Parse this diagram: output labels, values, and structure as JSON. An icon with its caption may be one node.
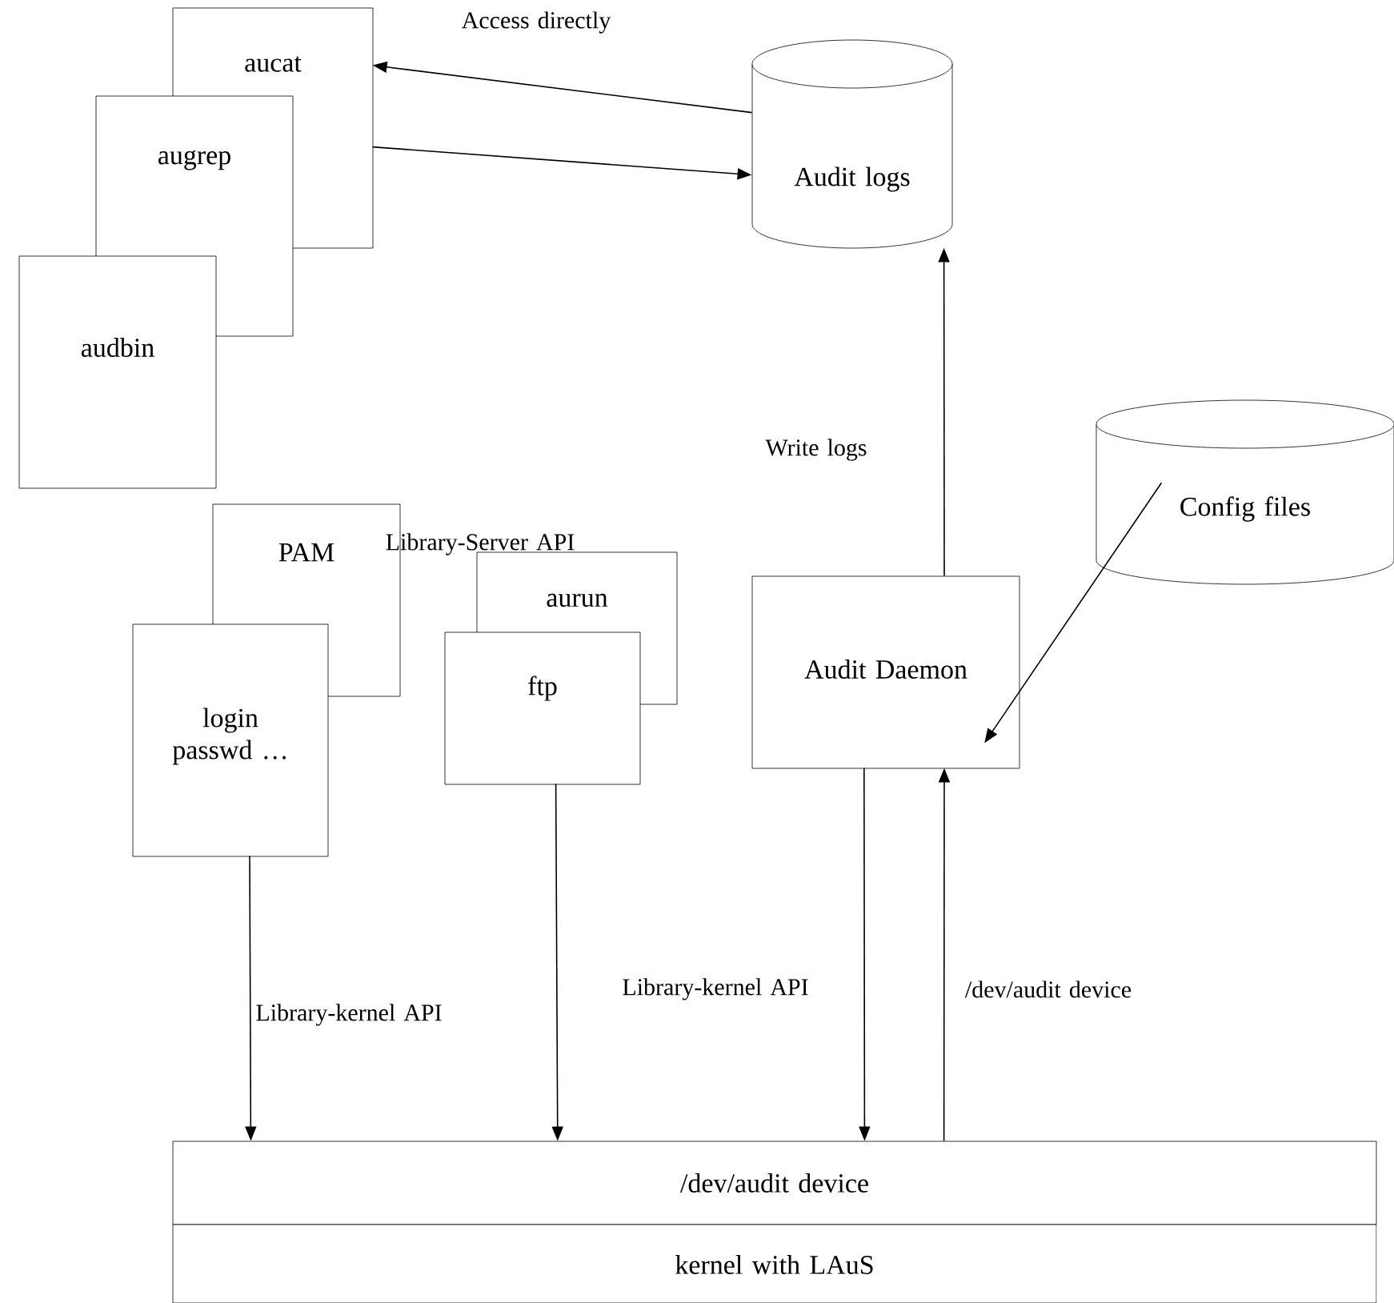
{
  "diagram": {
    "nodes": [
      {
        "text": [
          "aucat"
        ]
      },
      {
        "text": [
          "augrep"
        ]
      },
      {
        "text": [
          "audbin"
        ]
      },
      {
        "text": [
          "Audit logs"
        ]
      },
      {
        "text": [
          "Config files"
        ]
      },
      {
        "text": [
          "PAM"
        ]
      },
      {
        "text": [
          "login passwd …"
        ]
      },
      {
        "text": [
          "aurun"
        ]
      },
      {
        "text": [
          "ftp"
        ]
      },
      {
        "text": [
          "Audit Daemon"
        ]
      },
      {
        "text": [
          "/dev/audit device"
        ]
      },
      {
        "text": [
          "kernel with LAuS"
        ]
      }
    ],
    "edges": [
      {
        "from": 3,
        "to": 0,
        "arrow": "to",
        "label": "Access directly"
      },
      {
        "from": 0,
        "to": 3,
        "arrow": "to"
      },
      {
        "from": 9,
        "to": 3,
        "arrow": "to",
        "label": "Write logs"
      },
      {
        "from": 4,
        "to": 9,
        "arrow": "to"
      },
      {
        "from": 6,
        "to": 10,
        "arrow": "to",
        "label": "Library-kernel API"
      },
      {
        "from": 8,
        "to": 10,
        "arrow": "to"
      },
      {
        "from": 9,
        "to": 10,
        "arrow": "to",
        "label": "Library-kernel API"
      },
      {
        "from": 10,
        "to": 9,
        "arrow": "to",
        "label": "/dev/audit device"
      }
    ],
    "labels": [
      "Library-Server API"
    ]
  }
}
